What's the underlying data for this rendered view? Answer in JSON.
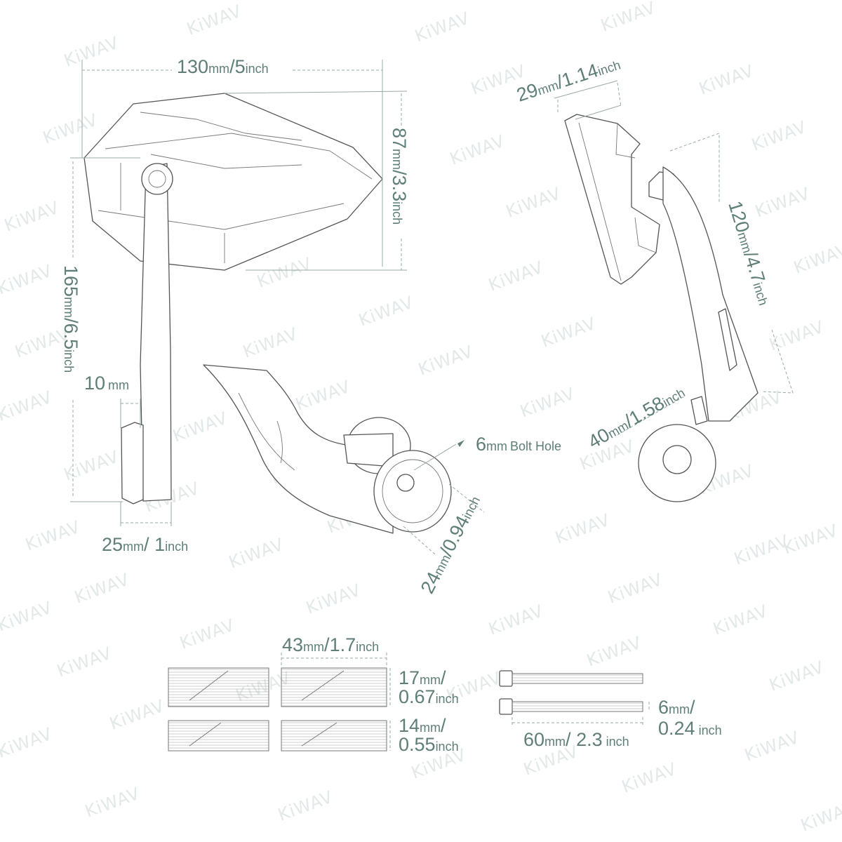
{
  "watermark": {
    "text": "KiWAV",
    "color": "#e3e8e8"
  },
  "colors": {
    "dimension_text": "#5f7e77",
    "line": "#555555",
    "dim_line": "#9aa9a6"
  },
  "dimensions": {
    "mirror_width": {
      "value": "130",
      "unit": "mm",
      "sep": "/",
      "imperial": "5",
      "iunit": "inch"
    },
    "mirror_height": {
      "value": "87",
      "unit": "mm",
      "sep": "/",
      "imperial": "3.3",
      "iunit": "inch"
    },
    "total_length": {
      "value": "165",
      "unit": "mm",
      "sep": "/",
      "imperial": "6.5",
      "iunit": "inch"
    },
    "end_gap": {
      "value": "10",
      "unit": "mm"
    },
    "end_width": {
      "value": "25",
      "unit": "mm",
      "sep": "/ ",
      "imperial": "1",
      "iunit": "inch"
    },
    "clamp_diameter": {
      "value": "24",
      "unit": "mm",
      "sep": "/",
      "imperial": "0.94",
      "iunit": "inch"
    },
    "bolt_hole": {
      "value": "6",
      "unit": "mm",
      "label": "Bolt Hole"
    },
    "side_thickness": {
      "value": "29",
      "unit": "mm",
      "sep": "/",
      "imperial": "1.14",
      "iunit": "inch"
    },
    "side_length": {
      "value": "120",
      "unit": "mm",
      "sep": "/",
      "imperial": "4.7",
      "iunit": "inch"
    },
    "clamp_length": {
      "value": "40",
      "unit": "mm",
      "sep": "/",
      "imperial": "1.58",
      "iunit": "inch"
    },
    "insert_width": {
      "value": "43",
      "unit": "mm",
      "sep": "/",
      "imperial": "1.7",
      "iunit": "inch"
    },
    "insert_large": {
      "value": "17",
      "unit": "mm",
      "sep": "/",
      "imperial": "0.67",
      "iunit": "inch"
    },
    "insert_small": {
      "value": "14",
      "unit": "mm",
      "sep": "/",
      "imperial": "0.55",
      "iunit": "inch"
    },
    "bolt_diameter": {
      "value": "6",
      "unit": "mm",
      "sep": "/",
      "imperial": "0.24",
      "iunit": " inch"
    },
    "bolt_length": {
      "value": "60",
      "unit": "mm",
      "sep": "/ ",
      "imperial": "2.3",
      "iunit": " inch"
    }
  }
}
